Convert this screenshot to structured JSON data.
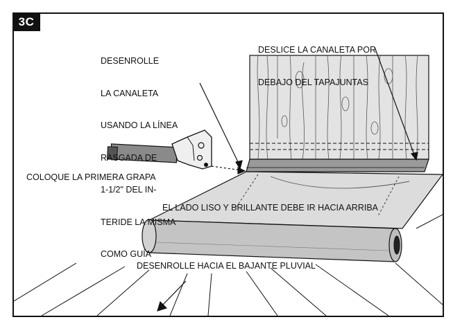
{
  "figure": {
    "step_badge": "3C",
    "instructions": {
      "unroll_guide": [
        "DESENROLLE",
        "LA CANALETA",
        "USANDO LA LÍNEA",
        "RASGADA DE",
        "1-1/2\" DEL IN-",
        "TERIDE LA MISMA",
        "COMO GUÍA"
      ],
      "slide_under": [
        "DESLICE LA CANALETA POR",
        "DEBAJO DEL TAPAJUNTAS"
      ],
      "first_staple": "COLOQUE LA PRIMERA GRAPA",
      "smooth_side": "EL LADO LISO Y BRILLANTE DEBE IR HACIA ARRIBA",
      "unroll_direction": "DESENROLLE HACIA EL BAJANTE PLUVIAL"
    },
    "colors": {
      "ink": "#111111",
      "wall": "#e3e3e3",
      "membrane": "#cfcfcf",
      "roll": "#c4c4c4",
      "flashing": "#9a9a9a",
      "stapler": "#8a8a8a"
    }
  }
}
